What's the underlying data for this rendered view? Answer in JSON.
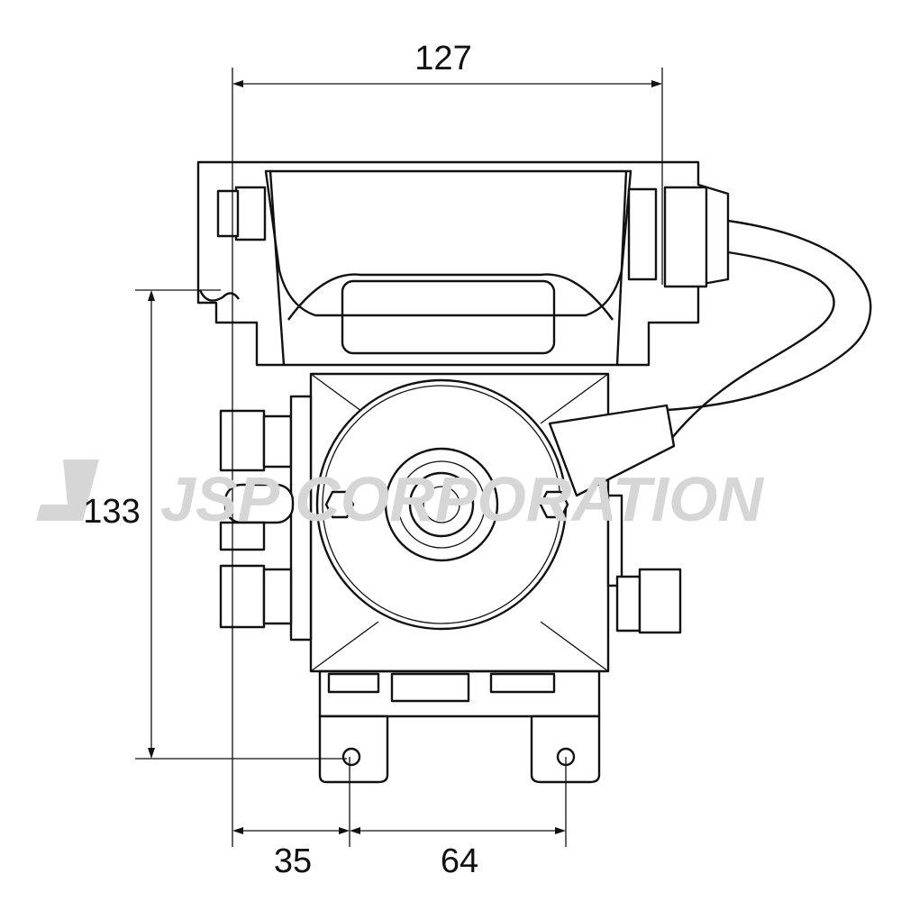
{
  "drawing": {
    "title": "Pump dimensional drawing (front view)",
    "dimensions": {
      "overall_width": "127",
      "mount_height": "133",
      "edge_to_hole": "35",
      "hole_spacing": "64"
    },
    "watermark": "JSP CORPORATION",
    "line_color": "#111111",
    "watermark_color": "#d6d6d6"
  }
}
